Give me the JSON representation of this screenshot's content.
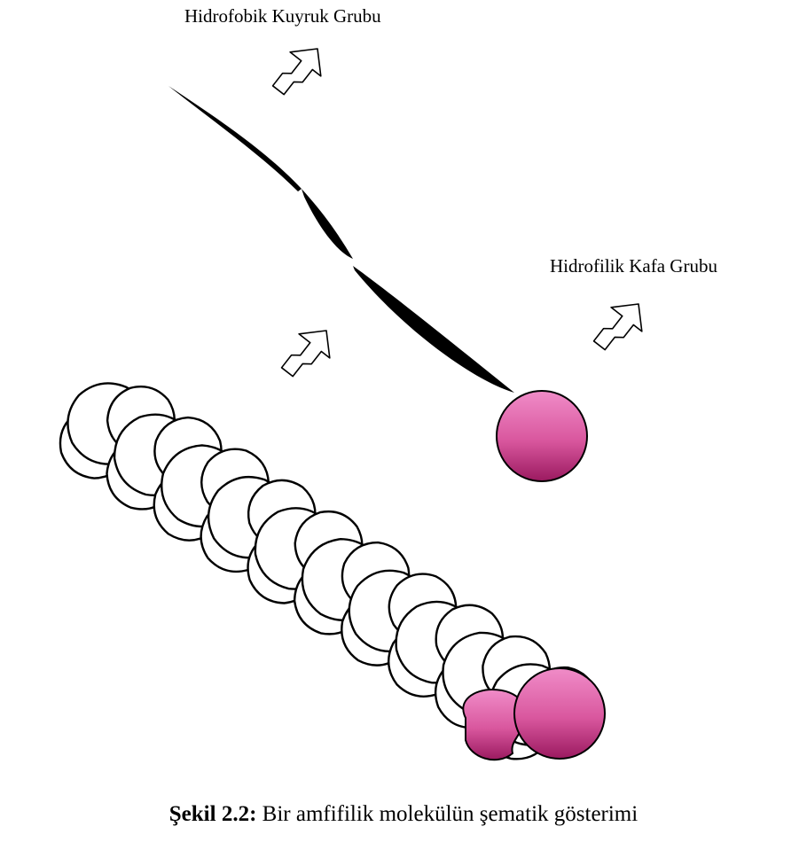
{
  "labels": {
    "tail": "Hidrofobik Kuyruk Grubu",
    "head": "Hidrofilik Kafa Grubu"
  },
  "caption": {
    "number": "Şekil 2.2:",
    "text": " Bir amfifilik molekülün şematik gösterimi"
  },
  "colors": {
    "head_light": "#f08cc8",
    "head_mid": "#d9579e",
    "head_dark": "#9b1a60",
    "ink": "#000000"
  }
}
